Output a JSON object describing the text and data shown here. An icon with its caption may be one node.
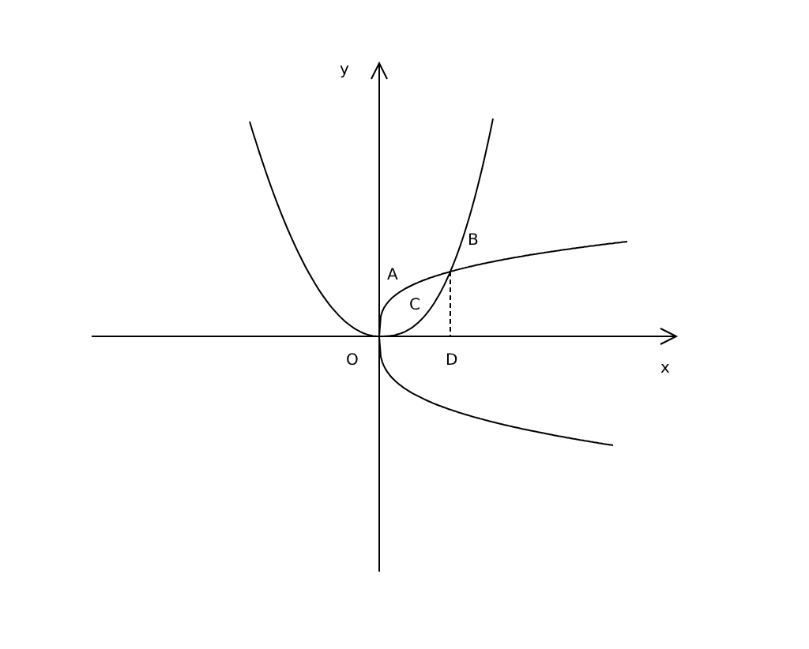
{
  "diagram": {
    "labels": [
      "y",
      "B",
      "A",
      "C",
      "O",
      "D",
      "x"
    ]
  }
}
